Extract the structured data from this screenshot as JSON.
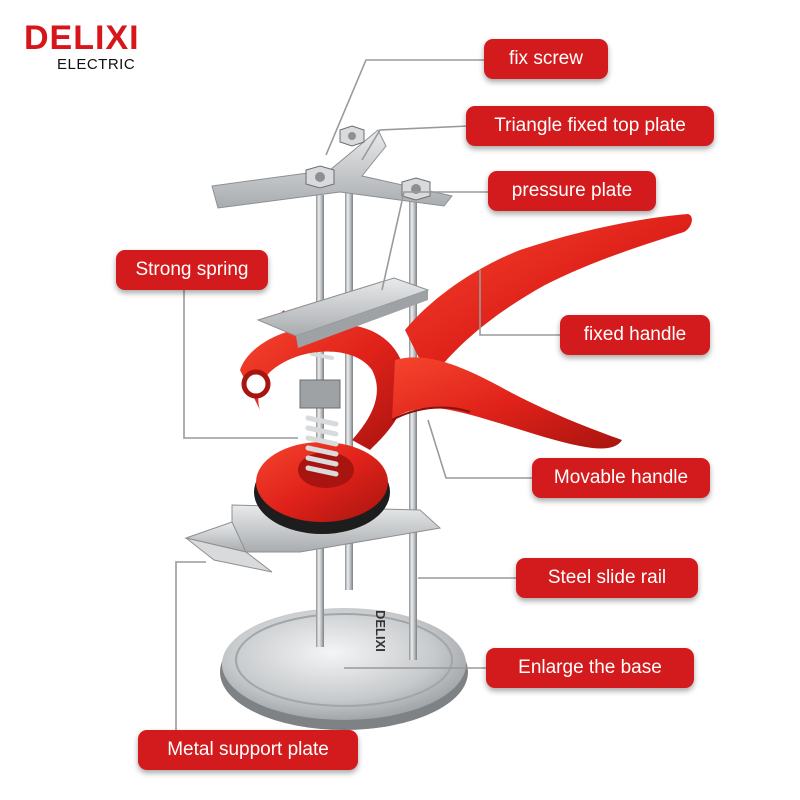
{
  "brand": {
    "name": "DELIXI",
    "subtitle": "ELECTRIC"
  },
  "colors": {
    "callout": "#d31a1c",
    "brand": "#d7161b",
    "steel": "#c9cbcd",
    "red_part": "#e3241e"
  },
  "base_engraving": "DELIXI",
  "callouts": {
    "fix_screw": "fix screw",
    "triangle_plate": "Triangle fixed top plate",
    "pressure_plate": "pressure plate",
    "strong_spring": "Strong spring",
    "fixed_handle": "fixed handle",
    "movable_handle": "Movable handle",
    "steel_slide_rail": "Steel slide rail",
    "enlarge_base": "Enlarge the base",
    "metal_support_plate": "Metal support plate"
  }
}
